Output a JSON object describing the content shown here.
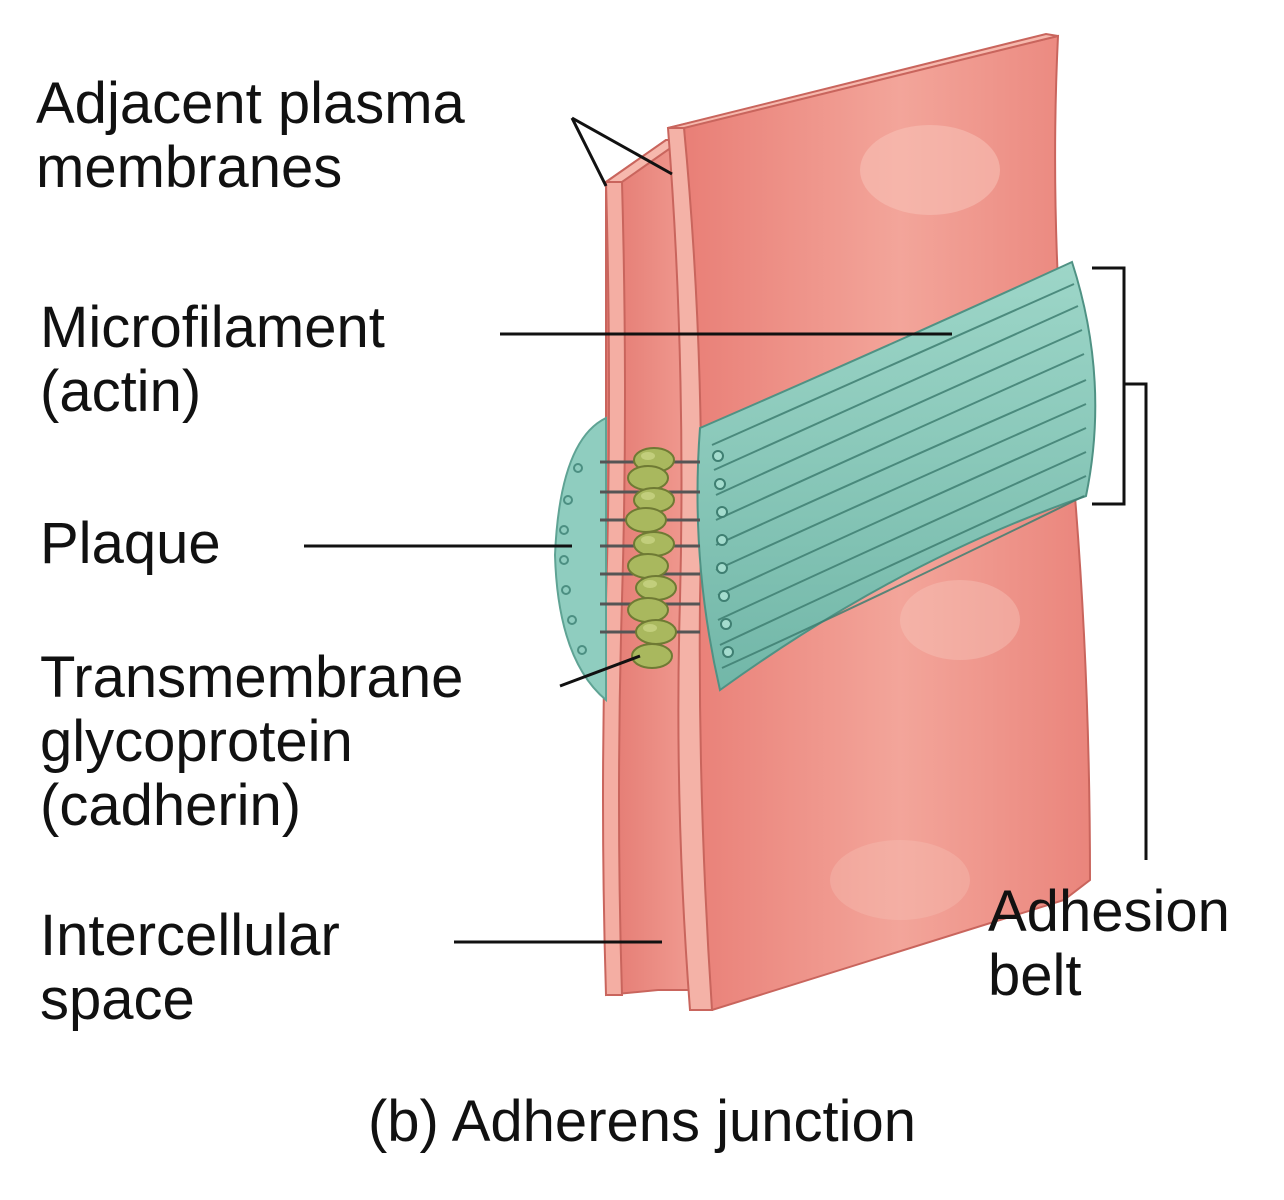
{
  "labels": {
    "membranes": [
      "Adjacent plasma",
      "membranes"
    ],
    "microfilament": [
      "Microfilament",
      "(actin)"
    ],
    "plaque": [
      "Plaque"
    ],
    "transmembrane": [
      "Transmembrane",
      "glycoprotein",
      "(cadherin)"
    ],
    "intercellular": [
      "Intercellular",
      "space"
    ],
    "adhesion_belt": [
      "Adhesion",
      "belt"
    ]
  },
  "caption": "(b) Adherens junction",
  "colors": {
    "membrane": "#ec8a82",
    "membrane_light": "#f6b2a6",
    "membrane_edge": "#d9756c",
    "belt": "#84c7b8",
    "belt_dark": "#5fa394",
    "cadherin": "#a9b85e",
    "leader_line": "#111111"
  }
}
